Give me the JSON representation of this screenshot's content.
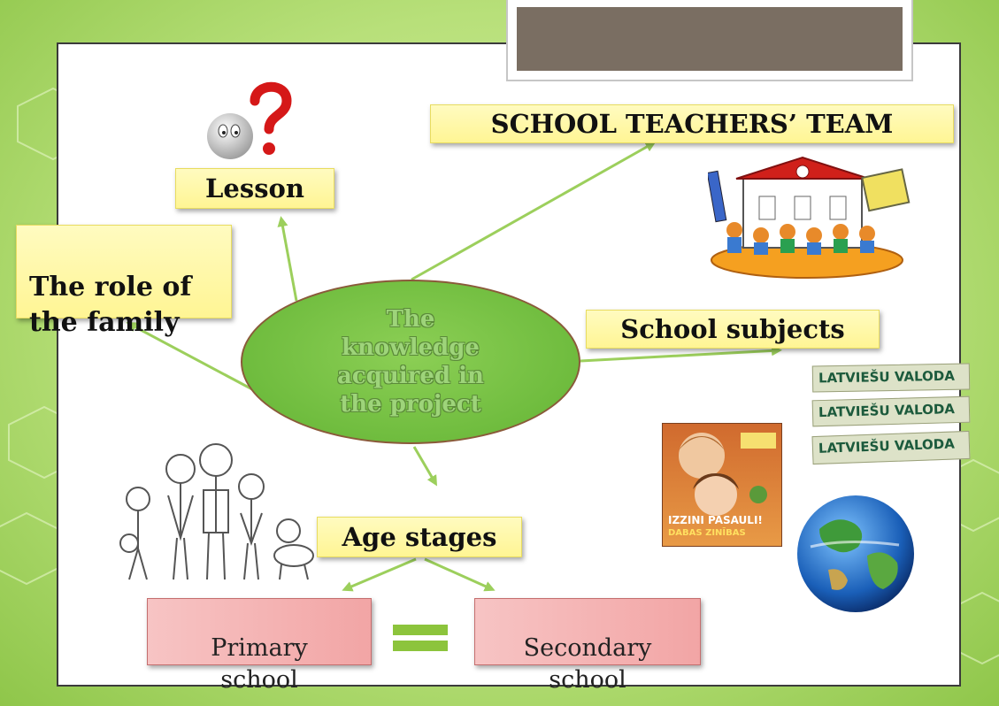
{
  "center": {
    "text": "The\nknowledge\nacquired in\nthe project"
  },
  "labels": {
    "lesson": "Lesson",
    "family": "The role of\nthe family",
    "teachers": "SCHOOL TEACHERS’ TEAM",
    "subjects": "School subjects",
    "age": "Age stages"
  },
  "stages": {
    "primary": "Primary\nschool",
    "secondary": "Secondary\nschool"
  },
  "signs": [
    "LATVIEŠU VALODA",
    "LATVIEŠU VALODA",
    "LATVIEŠU VALODA"
  ],
  "poster": {
    "title": "IZZINI PASAULI!",
    "subtitle": "DABAS ZINĪBAS"
  },
  "colors": {
    "background": "#b8e07a",
    "label_fill": "#fff594",
    "stage_fill": "#f2a5a5",
    "center_fill": "#6fbc3e",
    "arrow": "#9ccf5c"
  }
}
